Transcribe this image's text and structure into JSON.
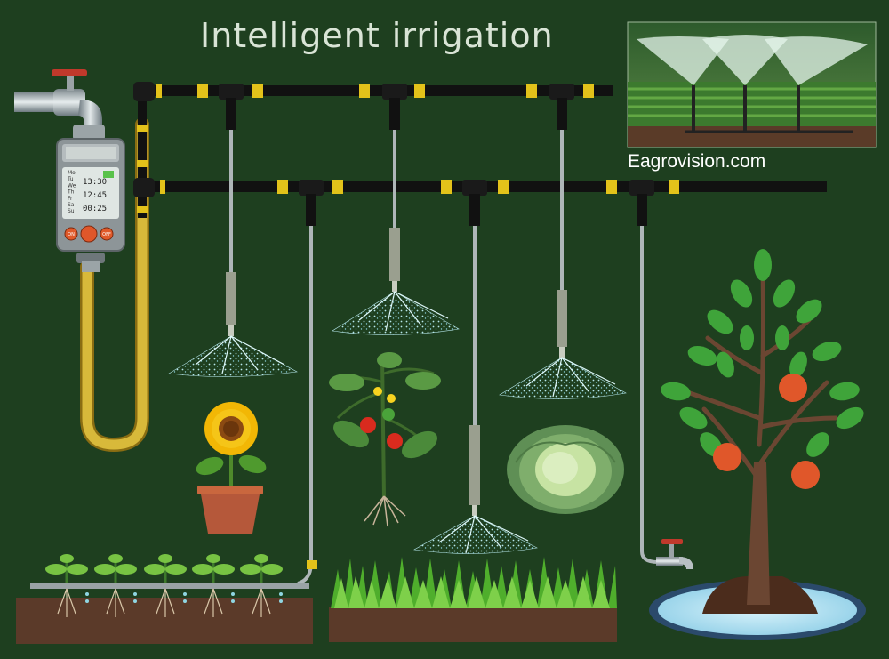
{
  "title": "Intelligent  irrigation",
  "brand": "Eagrovision.com",
  "timer": {
    "times": [
      "13:30",
      "12:45",
      "00:25"
    ],
    "days": [
      "Mo",
      "Tu",
      "We",
      "Th",
      "Fr",
      "Sa",
      "Su"
    ],
    "buttons": [
      "ON",
      "",
      "OFF"
    ]
  },
  "colors": {
    "background": "#1e3f1f",
    "pipe": "#111111",
    "connector": "#e3c21a",
    "hose": "#d8b93a",
    "spray": "#a8e6ee"
  }
}
